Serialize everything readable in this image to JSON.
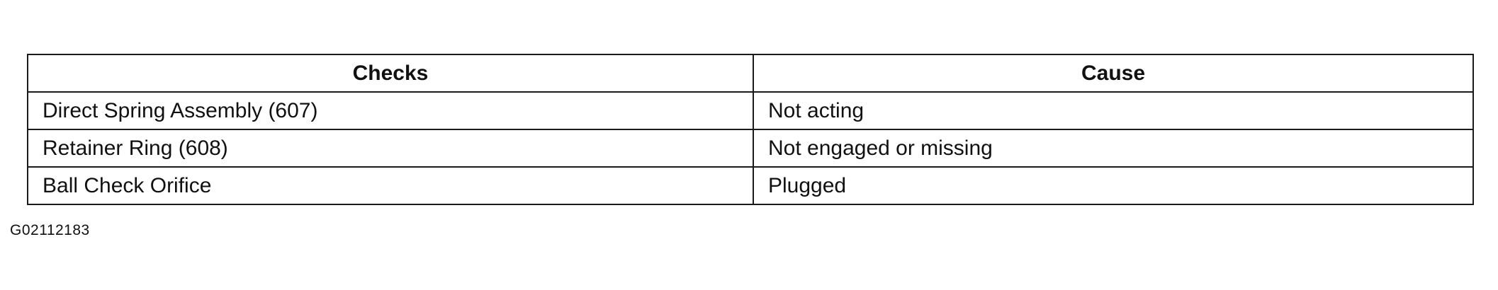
{
  "table": {
    "headers": {
      "checks": "Checks",
      "cause": "Cause"
    },
    "rows": [
      {
        "checks": "Direct Spring Assembly (607)",
        "cause": "Not acting"
      },
      {
        "checks": "Retainer Ring (608)",
        "cause": "Not engaged or missing"
      },
      {
        "checks": "Ball Check Orifice",
        "cause": "Plugged"
      }
    ]
  },
  "figure": {
    "id": "G02112183"
  }
}
